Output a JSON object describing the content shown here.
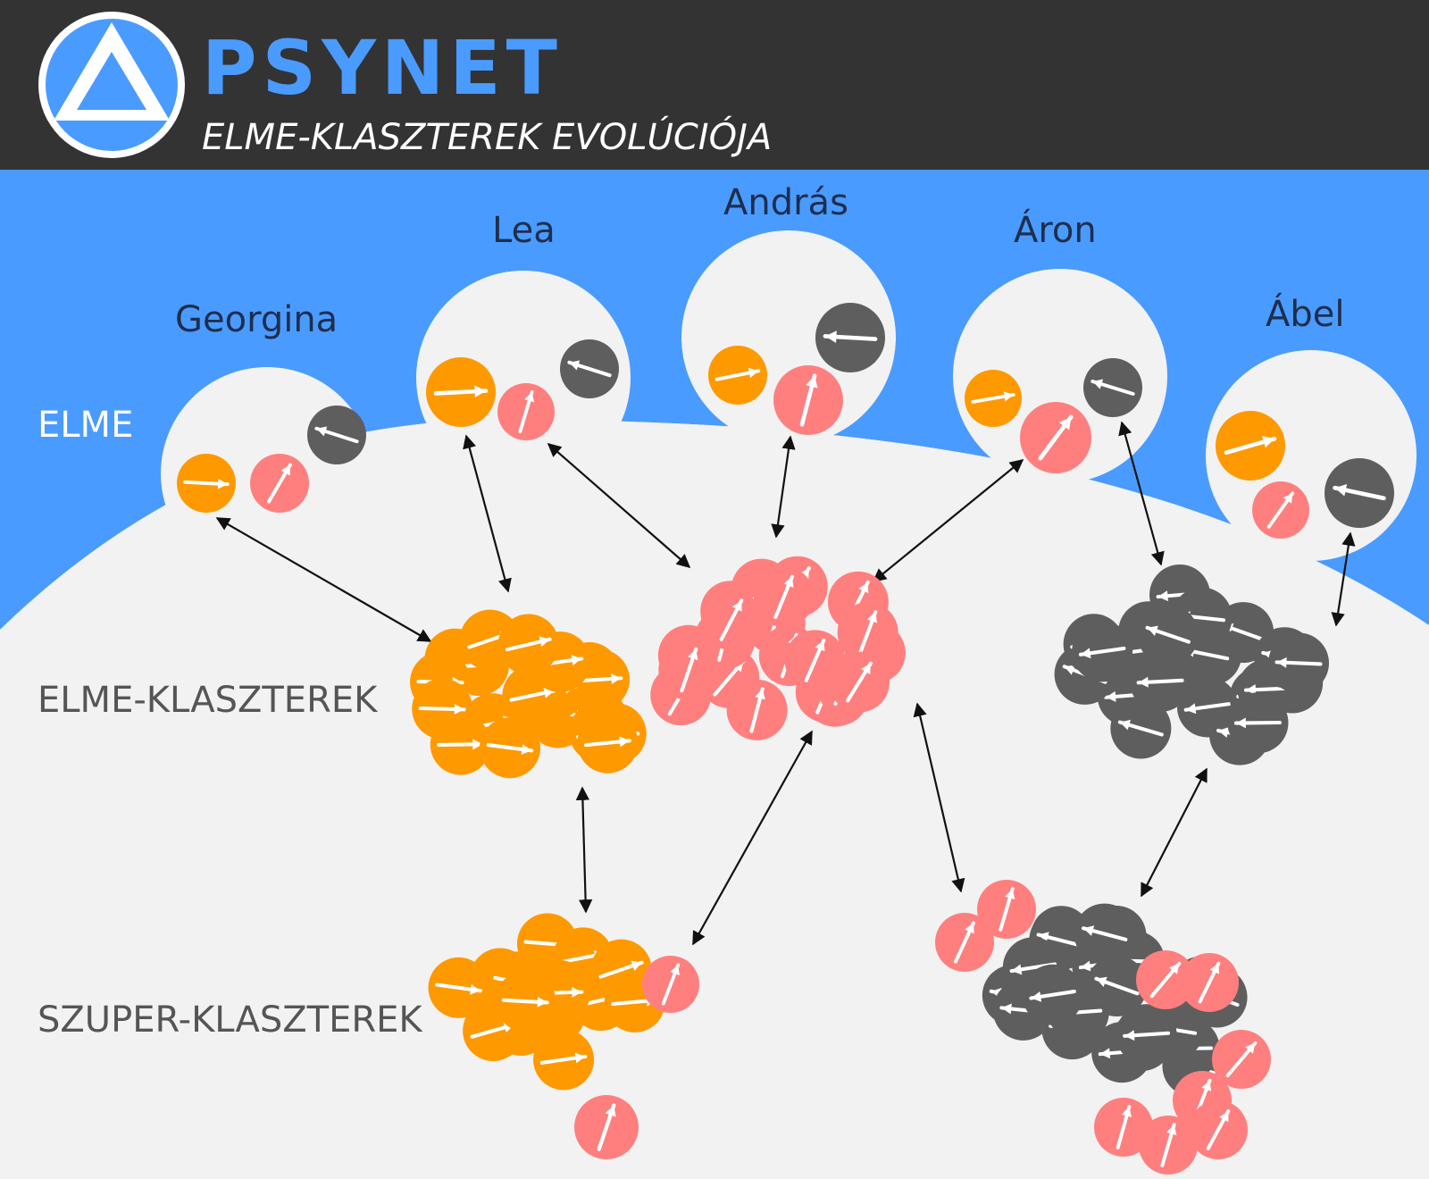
{
  "header": {
    "brand": "PSYNET",
    "subtitle": "ELME-KLASZTEREK EVOLÚCIÓJA",
    "logo_icon": "triangle-in-circle-icon"
  },
  "colors": {
    "header_bg": "#333333",
    "brand_blue": "#4a9bff",
    "sky_blue": "#4a9bff",
    "canvas_bg": "#f2f2f2",
    "orange": "#ff9900",
    "pink": "#ff7f7f",
    "dark_gray": "#5e5e5e",
    "label_dark": "#1e2e4e",
    "label_gray": "#555555"
  },
  "minds": [
    {
      "name": "Georgina"
    },
    {
      "name": "Lea"
    },
    {
      "name": "András"
    },
    {
      "name": "Áron"
    },
    {
      "name": "Ábel"
    }
  ],
  "levels": {
    "elme": "ELME",
    "elme_klaszterek": "ELME-KLASZTEREK",
    "szuper_klaszterek": "SZUPER-KLASZTEREK"
  }
}
